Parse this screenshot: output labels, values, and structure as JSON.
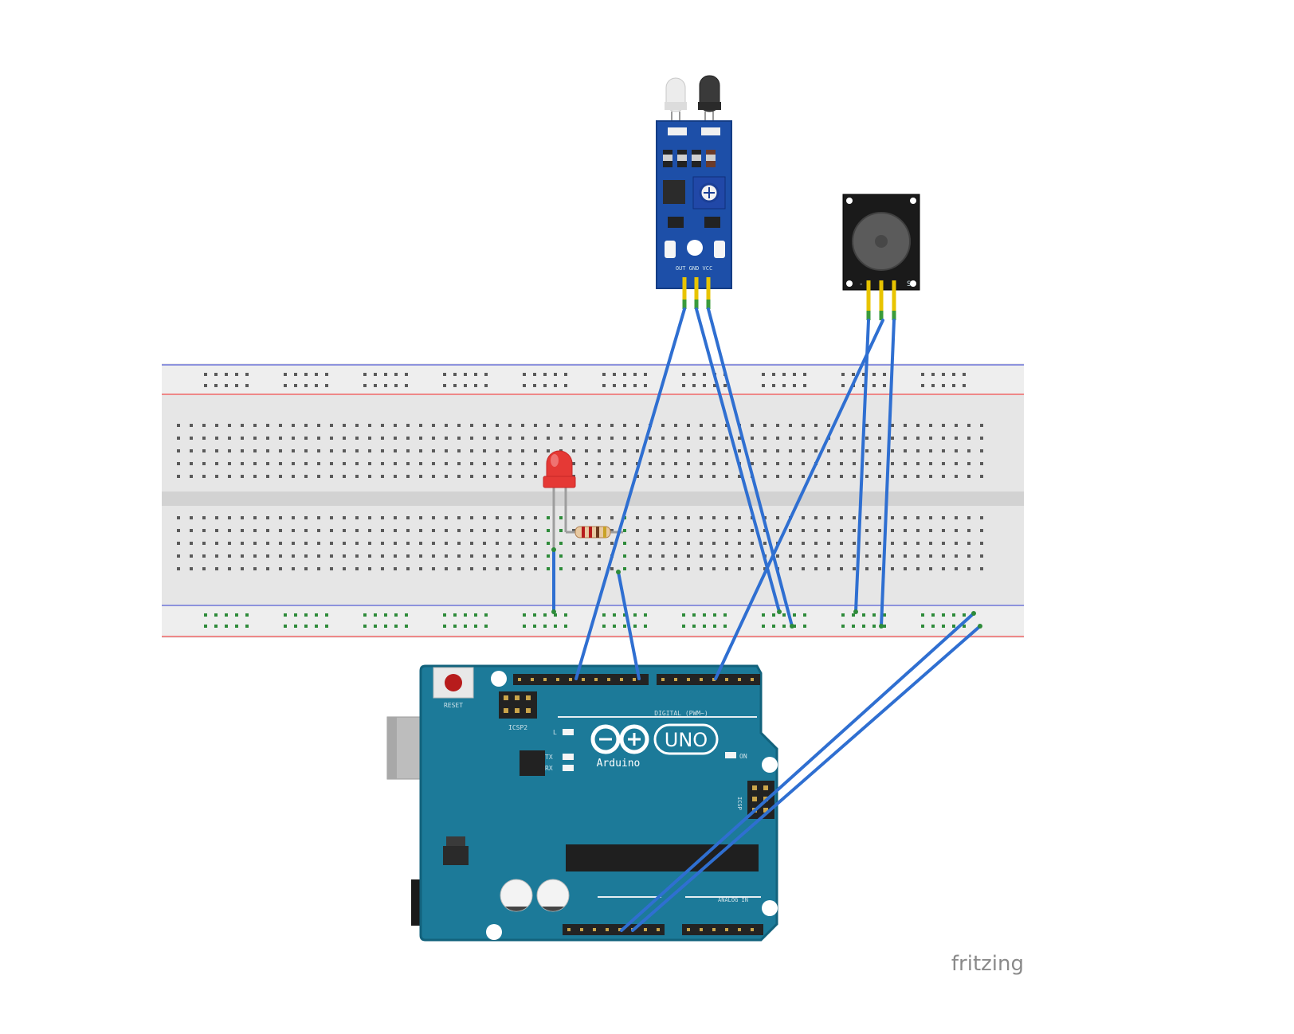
{
  "watermark": "fritzing",
  "arduino": {
    "logo_text": "UNO",
    "brand_text": "Arduino",
    "reset_label": "RESET",
    "icsp_label": "ICSP2",
    "icsp2_label": "ICSP",
    "led_labels": [
      "L",
      "TX",
      "RX"
    ],
    "on_label": "ON",
    "digital_label": "DIGITAL (PWM~)",
    "analog_label": "ANALOG IN",
    "board_color": "#1c7a99",
    "board_edge": "#12627c"
  },
  "colors": {
    "wire": "#2f6fd1",
    "breadboard": "#e3e3e3",
    "rail_red": "#e57373",
    "rail_blue": "#7e86d8",
    "sensor_pcb": "#1d4fa8",
    "buzzer_pcb": "#1a1a1a",
    "led_red": "#e53935",
    "connected_hole": "#2e8b3a"
  },
  "ir_sensor": {
    "pin_label": "OUT GND VCC"
  },
  "buzzer": {
    "pin_labels": [
      "-",
      "S"
    ]
  }
}
